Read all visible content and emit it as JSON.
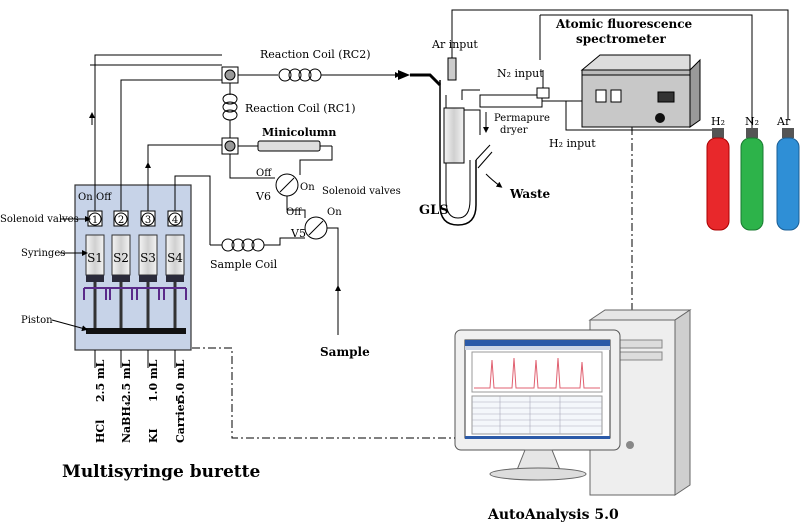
{
  "burette": {
    "title": "Multisyringe burette",
    "on_label": "On",
    "off_label": "Off",
    "solenoid_label": "Solenoid valves",
    "syringes_label": "Syringes",
    "piston_label": "Piston",
    "valve_numbers": [
      "1",
      "2",
      "3",
      "4"
    ],
    "syringes": [
      "S1",
      "S2",
      "S3",
      "S4"
    ],
    "volumes": [
      "2.5 mL",
      "2.5 mL",
      "1.0 mL",
      "5.0 mL"
    ],
    "reagents": [
      "HCl",
      "NaBH₄",
      "KI",
      "Carrier"
    ]
  },
  "manifold": {
    "rc2": "Reaction Coil (RC2)",
    "rc1": "Reaction Coil (RC1)",
    "minicolumn": "Minicolumn",
    "v6": "V6",
    "v5": "V5",
    "off": "Off",
    "on": "On",
    "solenoid_valves": "Solenoid valves",
    "sample_coil": "Sample Coil",
    "sample": "Sample"
  },
  "detector": {
    "ar_input": "Ar input",
    "n2_input": "N₂ input",
    "h2_input": "H₂ input",
    "permapure": "Permapure",
    "dryer": "dryer",
    "gls": "GLS",
    "waste": "Waste",
    "afs_line1": "Atomic fluorescence",
    "afs_line2": "spectrometer"
  },
  "gases": [
    {
      "label": "H₂",
      "color": "#e8282b"
    },
    {
      "label": "N₂",
      "color": "#2db34a"
    },
    {
      "label": "Ar",
      "color": "#2f8fd6"
    }
  ],
  "software": {
    "title": "AutoAnalysis  5.0"
  },
  "colors": {
    "burette_fill": "#c7d3e8",
    "line": "#000000",
    "screen_plot": "#e06070"
  }
}
